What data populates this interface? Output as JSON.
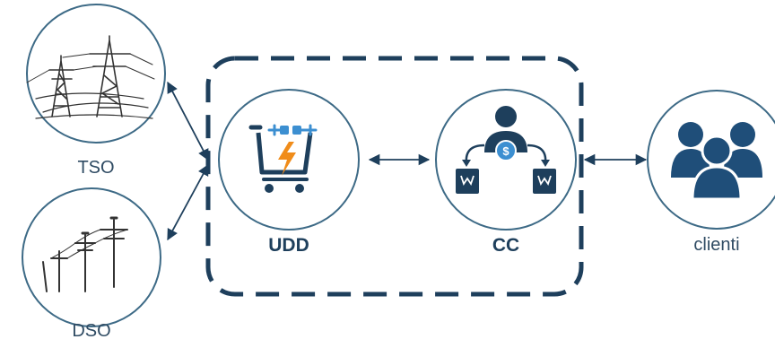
{
  "nodes": {
    "tso": {
      "label": "TSO"
    },
    "dso": {
      "label": "DSO"
    },
    "udd": {
      "label": "UDD"
    },
    "cc": {
      "label": "CC"
    },
    "clienti": {
      "label": "clienti"
    }
  },
  "colors": {
    "navy": "#1e3f5c",
    "circle_border": "#3d6a86",
    "label_text": "#2f4b63",
    "orange_bolt": "#f08c1a",
    "light_blue": "#3c8fd1",
    "people": "#1f4e79"
  },
  "icons": {
    "tso": "power-transmission-tower-icon",
    "dso": "utility-pole-icon",
    "udd": "shopping-cart-power-plug-icon",
    "cc": "person-dollar-boxes-icon",
    "clienti": "people-group-icon"
  }
}
